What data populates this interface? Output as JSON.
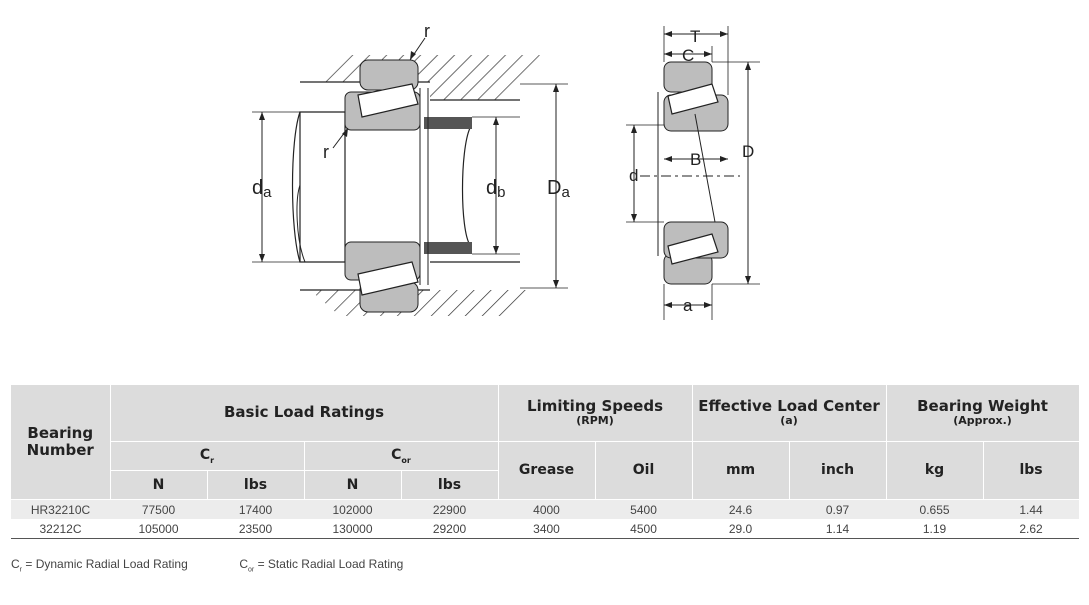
{
  "drawing": {
    "left_labels": {
      "r_top": "r",
      "r_side": "r",
      "da": "d",
      "da_sub": "a",
      "db": "d",
      "db_sub": "b",
      "Da": "D",
      "Da_sub": "a"
    },
    "right_labels": {
      "T": "T",
      "C": "C",
      "B": "B",
      "D": "D",
      "d": "d",
      "a": "a"
    }
  },
  "table": {
    "bearing_number": "Bearing Number",
    "basic_load_ratings": "Basic Load Ratings",
    "cr": "C",
    "cr_sub": "r",
    "cor": "C",
    "cor_sub": "or",
    "limiting_speeds": "Limiting Speeds",
    "limiting_speeds_unit": "(RPM)",
    "effective_load_center": "Effective Load Center",
    "effective_load_center_unit": "(a)",
    "bearing_weight": "Bearing Weight",
    "bearing_weight_unit": "(Approx.)",
    "units": {
      "n1": "N",
      "lbs1": "lbs",
      "n2": "N",
      "lbs2": "lbs",
      "grease": "Grease",
      "oil": "Oil",
      "mm": "mm",
      "inch": "inch",
      "kg": "kg",
      "lbs3": "lbs"
    },
    "rows": [
      {
        "bearing": "HR32210C",
        "cr_n": "77500",
        "cr_lbs": "17400",
        "cor_n": "102000",
        "cor_lbs": "22900",
        "grease": "4000",
        "oil": "5400",
        "mm": "24.6",
        "inch": "0.97",
        "kg": "0.655",
        "lbs": "1.44"
      },
      {
        "bearing": "32212C",
        "cr_n": "105000",
        "cr_lbs": "23500",
        "cor_n": "130000",
        "cor_lbs": "29200",
        "grease": "3400",
        "oil": "4500",
        "mm": "29.0",
        "inch": "1.14",
        "kg": "1.19",
        "lbs": "2.62"
      }
    ]
  },
  "footnotes": {
    "cr_symbol": "C",
    "cr_sub": "r",
    "cr_text": " = Dynamic Radial Load Rating",
    "cor_symbol": "C",
    "cor_sub": "or",
    "cor_text": " = Static Radial Load Rating"
  }
}
